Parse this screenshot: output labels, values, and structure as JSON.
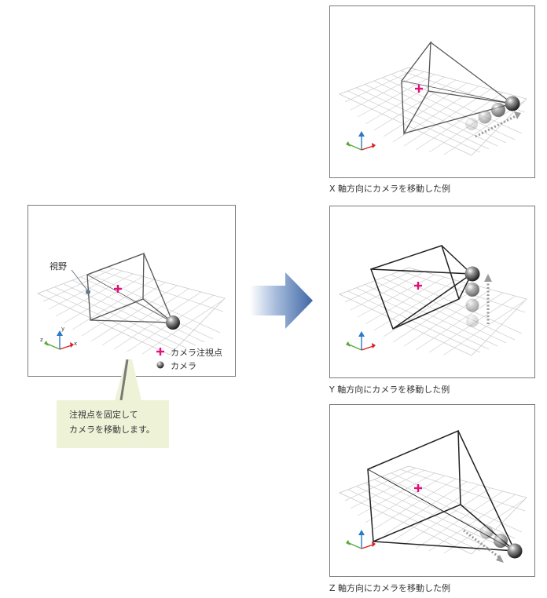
{
  "main_panel": {
    "fov_label": "視野",
    "legend": {
      "target_label": "カメラ注視点",
      "camera_label": "カメラ"
    },
    "axis_labels": {
      "x": "x",
      "y": "y",
      "z": "z"
    }
  },
  "callout": {
    "line1": "注視点を固定して",
    "line2": "カメラを移動します。"
  },
  "examples": [
    {
      "caption": "X 軸方向にカメラを移動した例"
    },
    {
      "caption": "Y 軸方向にカメラを移動した例"
    },
    {
      "caption": "Z 軸方向にカメラを移動した例"
    }
  ],
  "colors": {
    "target_marker": "#e0127a",
    "frame": "#555555",
    "grid": "#cfcfcf",
    "axis_x": "#d82020",
    "axis_y": "#2a7ac8",
    "axis_z": "#5aa83a",
    "arrow_blue": "#3f67a6",
    "callout_bg": "#eef3d8"
  }
}
